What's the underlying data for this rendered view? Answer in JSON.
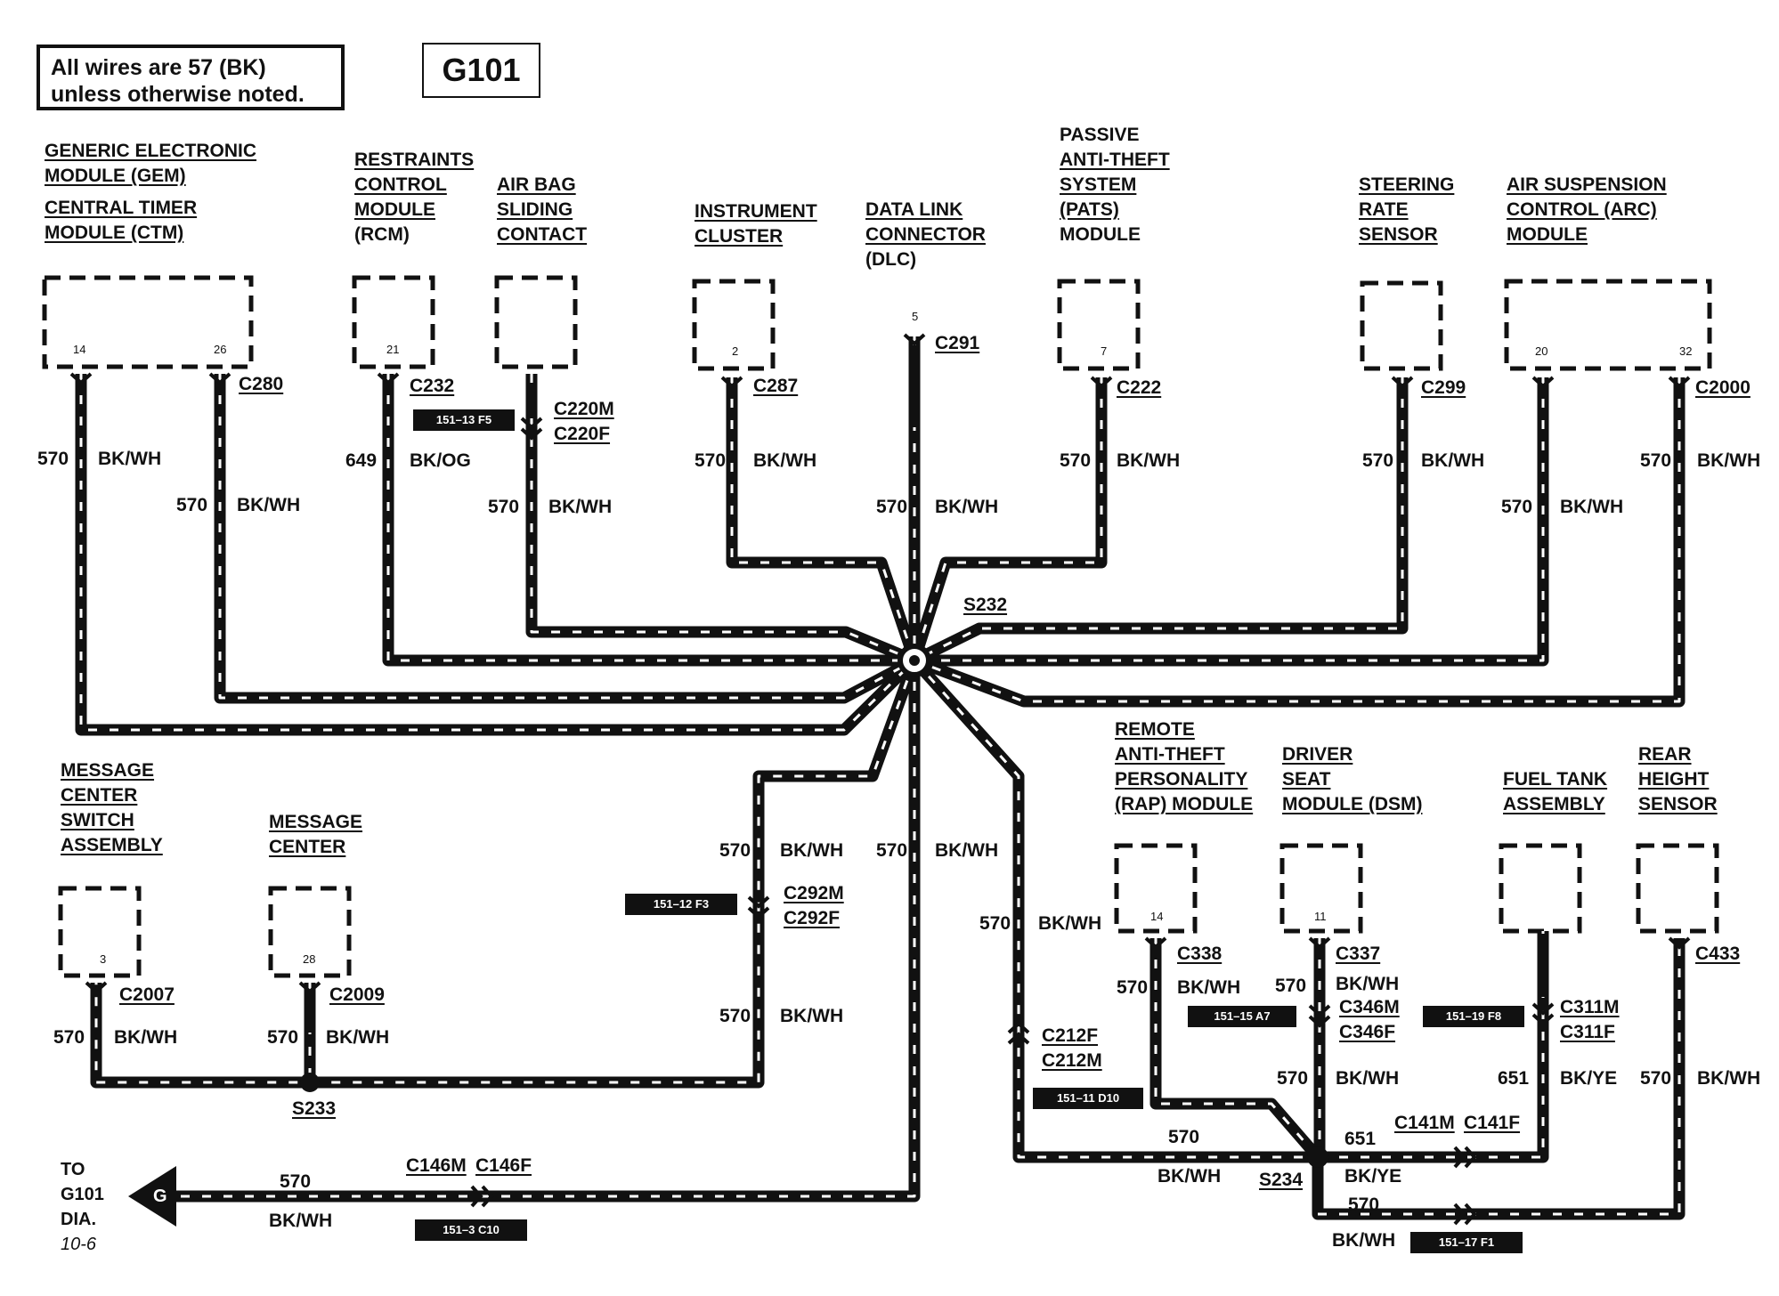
{
  "note": {
    "line1": "All wires are 57 (BK)",
    "line2": "unless otherwise noted."
  },
  "ground": "G101",
  "modules": {
    "gem": [
      "GENERIC ELECTRONIC",
      "MODULE (GEM)",
      "CENTRAL TIMER",
      "MODULE (CTM)"
    ],
    "rcm": [
      "RESTRAINTS",
      "CONTROL",
      "MODULE",
      "(RCM)"
    ],
    "airbag": [
      "AIR BAG",
      "SLIDING",
      "CONTACT"
    ],
    "cluster": [
      "INSTRUMENT",
      "CLUSTER"
    ],
    "dlc": [
      "DATA LINK",
      "CONNECTOR",
      "(DLC)"
    ],
    "pats": [
      "PASSIVE",
      "ANTI-THEFT",
      "SYSTEM",
      "(PATS)",
      "MODULE"
    ],
    "steering": [
      "STEERING",
      "RATE",
      "SENSOR"
    ],
    "arc": [
      "AIR SUSPENSION",
      "CONTROL (ARC)",
      "MODULE"
    ],
    "msgswitch": [
      "MESSAGE",
      "CENTER",
      "SWITCH",
      "ASSEMBLY"
    ],
    "msgcenter": [
      "MESSAGE",
      "CENTER"
    ],
    "rap": [
      "REMOTE",
      "ANTI-THEFT",
      "PERSONALITY",
      "(RAP) MODULE"
    ],
    "dsm": [
      "DRIVER",
      "SEAT",
      "MODULE (DSM)"
    ],
    "fuel": [
      "FUEL TANK",
      "ASSEMBLY"
    ],
    "rearheight": [
      "REAR",
      "HEIGHT",
      "SENSOR"
    ]
  },
  "pins": {
    "gem_a": "14",
    "gem_b": "26",
    "rcm": "21",
    "cluster": "2",
    "dlc": "5",
    "pats": "7",
    "arc_a": "20",
    "arc_b": "32",
    "msgswitch": "3",
    "msgcenter": "28",
    "rap": "14",
    "dsm": "11"
  },
  "connectors": {
    "c280": "C280",
    "c232": "C232",
    "c220m": "C220M",
    "c220f": "C220F",
    "c287": "C287",
    "c291": "C291",
    "c222": "C222",
    "c299": "C299",
    "c2000": "C2000",
    "c2007": "C2007",
    "c2009": "C2009",
    "c292m": "C292M",
    "c292f": "C292F",
    "c338": "C338",
    "c337": "C337",
    "c346m": "C346M",
    "c346f": "C346F",
    "c311m": "C311M",
    "c311f": "C311F",
    "c433": "C433",
    "c212f": "C212F",
    "c212m": "C212M",
    "c146m": "C146M",
    "c146f": "C146F",
    "c141m": "C141M",
    "c141f": "C141F"
  },
  "splices": {
    "s232": "S232",
    "s233": "S233",
    "s234": "S234"
  },
  "wires": {
    "n570": "570",
    "n649": "649",
    "n651": "651",
    "bkwh": "BK/WH",
    "bkog": "BK/OG",
    "bkye": "BK/YE"
  },
  "refs": {
    "r1": "151–13 F5",
    "r2": "151–12 F3",
    "r3": "151–15 A7",
    "r4": "151–19 F8",
    "r5": "151–11 D10",
    "r6": "151–3 C10",
    "r7": "151–17 F1"
  },
  "offpage": {
    "arrow_letter": "G",
    "lines": [
      "TO",
      "G101",
      "DIA."
    ],
    "page": "10-6"
  }
}
